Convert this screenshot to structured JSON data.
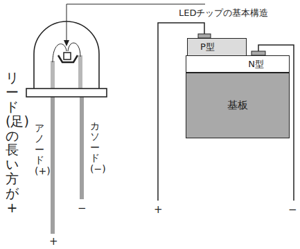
{
  "diagram": {
    "nodes": [
      {
        "text": [
          "P型"
        ]
      },
      {
        "text": [
          "N型"
        ]
      },
      {
        "text": [
          "基板"
        ]
      }
    ],
    "labels": [
      "LEDチップの基本構造",
      "リード(足)の長い方が+",
      "アノード(+)",
      "カソード(−)",
      "−",
      "+",
      "+",
      "−"
    ]
  }
}
